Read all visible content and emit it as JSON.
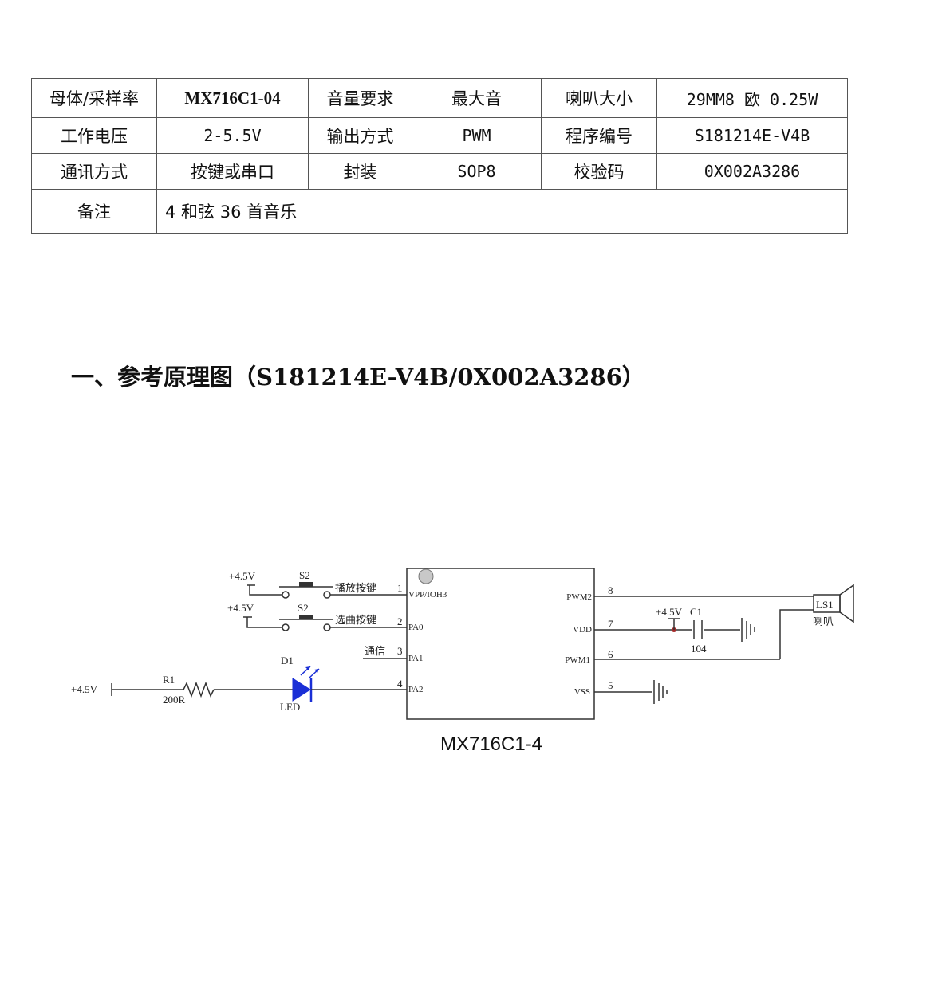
{
  "spec_table": {
    "row1": [
      "母体/采样率",
      "MX716C1-04",
      "音量要求",
      "最大音",
      "喇叭大小",
      "29MM8 欧 0.25W"
    ],
    "row2": [
      "工作电压",
      "2-5.5V",
      "输出方式",
      "PWM",
      "程序编号",
      "S181214E-V4B"
    ],
    "row3": [
      "通讯方式",
      "按键或串口",
      "封装",
      "SOP8",
      "校验码",
      "0X002A3286"
    ],
    "row4": [
      "备注",
      "4 和弦 36 首音乐"
    ]
  },
  "section_heading": "一、参考原理图（S181214E-V4B/0X002A3286）",
  "schematic": {
    "supply_label": "+4.5V",
    "switch_label": "S2",
    "sw1_net": "播放按键",
    "sw2_net": "选曲按键",
    "comm_net": "通信",
    "resistor_ref": "R1",
    "resistor_value": "200R",
    "led_ref": "D1",
    "led_value": "LED",
    "cap_ref": "C1",
    "cap_value": "104",
    "speaker_ref": "LS1",
    "speaker_name": "喇叭",
    "pin_num_1": "1",
    "pin_num_2": "2",
    "pin_num_3": "3",
    "pin_num_4": "4",
    "pin_num_5": "5",
    "pin_num_6": "6",
    "pin_num_7": "7",
    "pin_num_8": "8",
    "pin_1": "VPP/IOH3",
    "pin_2": "PA0",
    "pin_3": "PA1",
    "pin_4": "PA2",
    "pin_5": "VSS",
    "pin_6": "PWM1",
    "pin_7": "VDD",
    "pin_8": "PWM2",
    "chip_caption": "MX716C1-4"
  },
  "colors": {
    "led": "#1a2fd6",
    "wire": "#333333"
  }
}
